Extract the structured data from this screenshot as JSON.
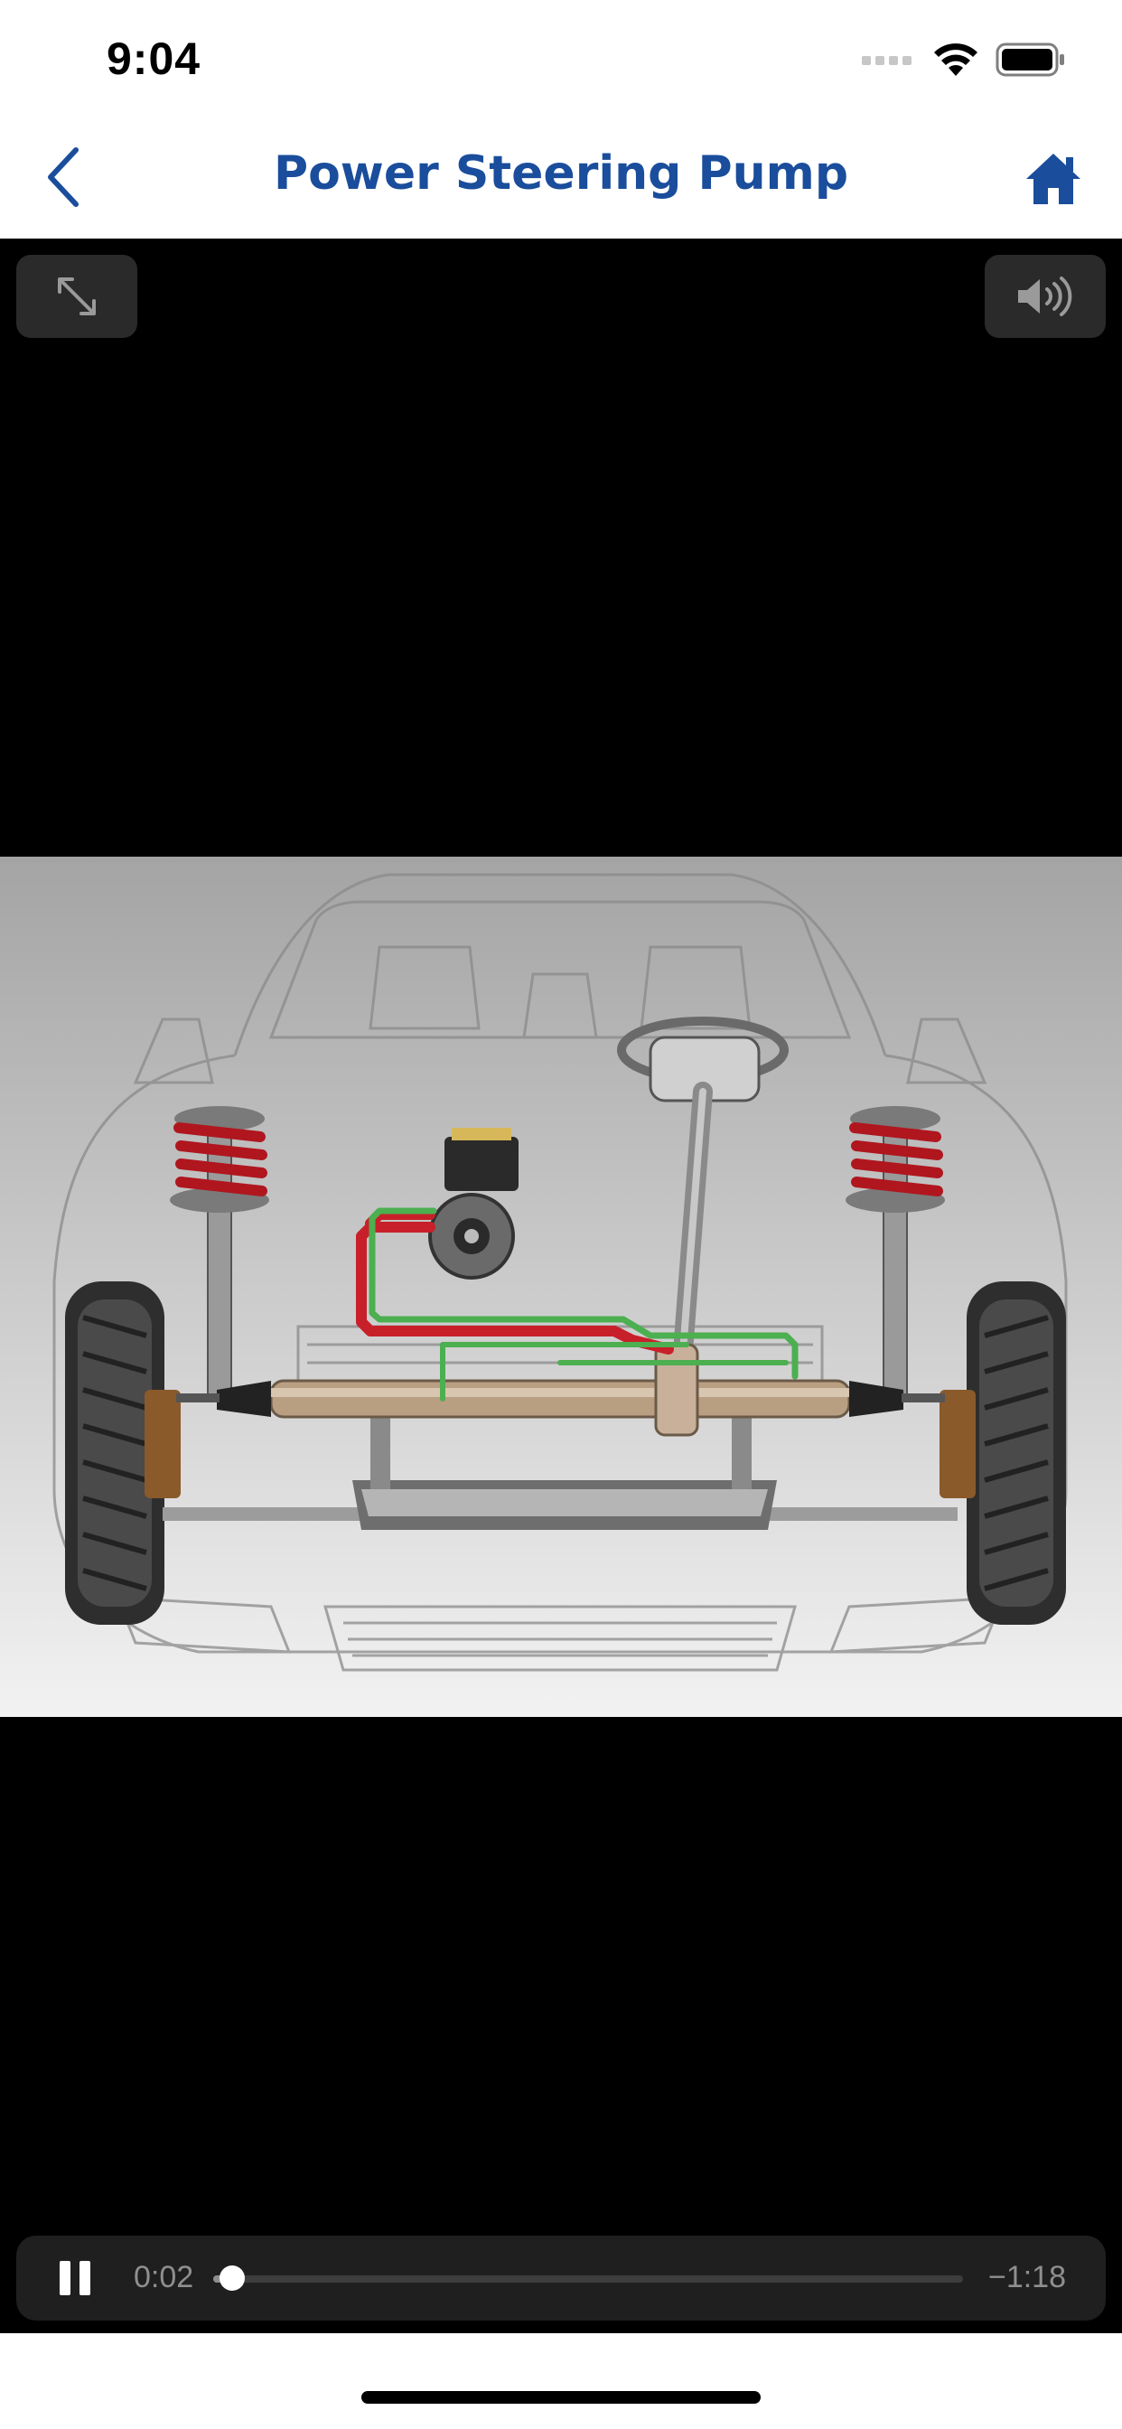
{
  "status_bar": {
    "time": "9:04"
  },
  "nav": {
    "title": "Power Steering Pump"
  },
  "icons": {
    "back": "chevron-left-icon",
    "home": "home-icon",
    "fullscreen": "expand-arrows-icon",
    "volume": "speaker-volume-icon",
    "pause": "pause-icon"
  },
  "player": {
    "current_time": "0:02",
    "remaining_time": "−1:18",
    "progress": 0.025,
    "frame": "front suspension and power steering system cutaway"
  },
  "colors": {
    "accent": "#1a4d9c",
    "player_bg": "#000000",
    "controls_bg": "#1f1f1f",
    "pressure_line": "#c8202a",
    "return_line": "#4caf50"
  }
}
